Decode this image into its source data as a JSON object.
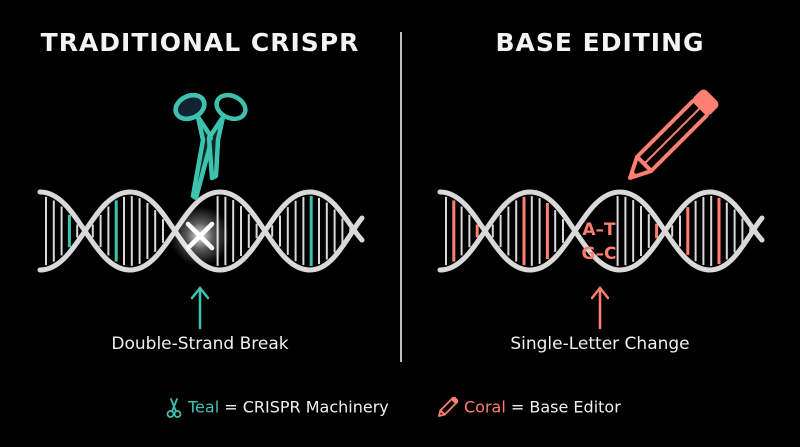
{
  "left_panel": {
    "title": "TRADITIONAL CRISPR",
    "caption": "Double-Strand Break"
  },
  "right_panel": {
    "title": "BASE EDITING",
    "caption": "Single-Letter Change",
    "base_pairs": [
      "A–T",
      "G–C"
    ]
  },
  "legend": {
    "teal_word": "Teal",
    "teal_text": " = CRISPR Machinery",
    "coral_word": "Coral",
    "coral_text": " = Base Editor"
  },
  "colors": {
    "teal": "#3ec2b0",
    "coral": "#ff7f70",
    "strand": "#d9d9d9",
    "background": "#000000"
  }
}
